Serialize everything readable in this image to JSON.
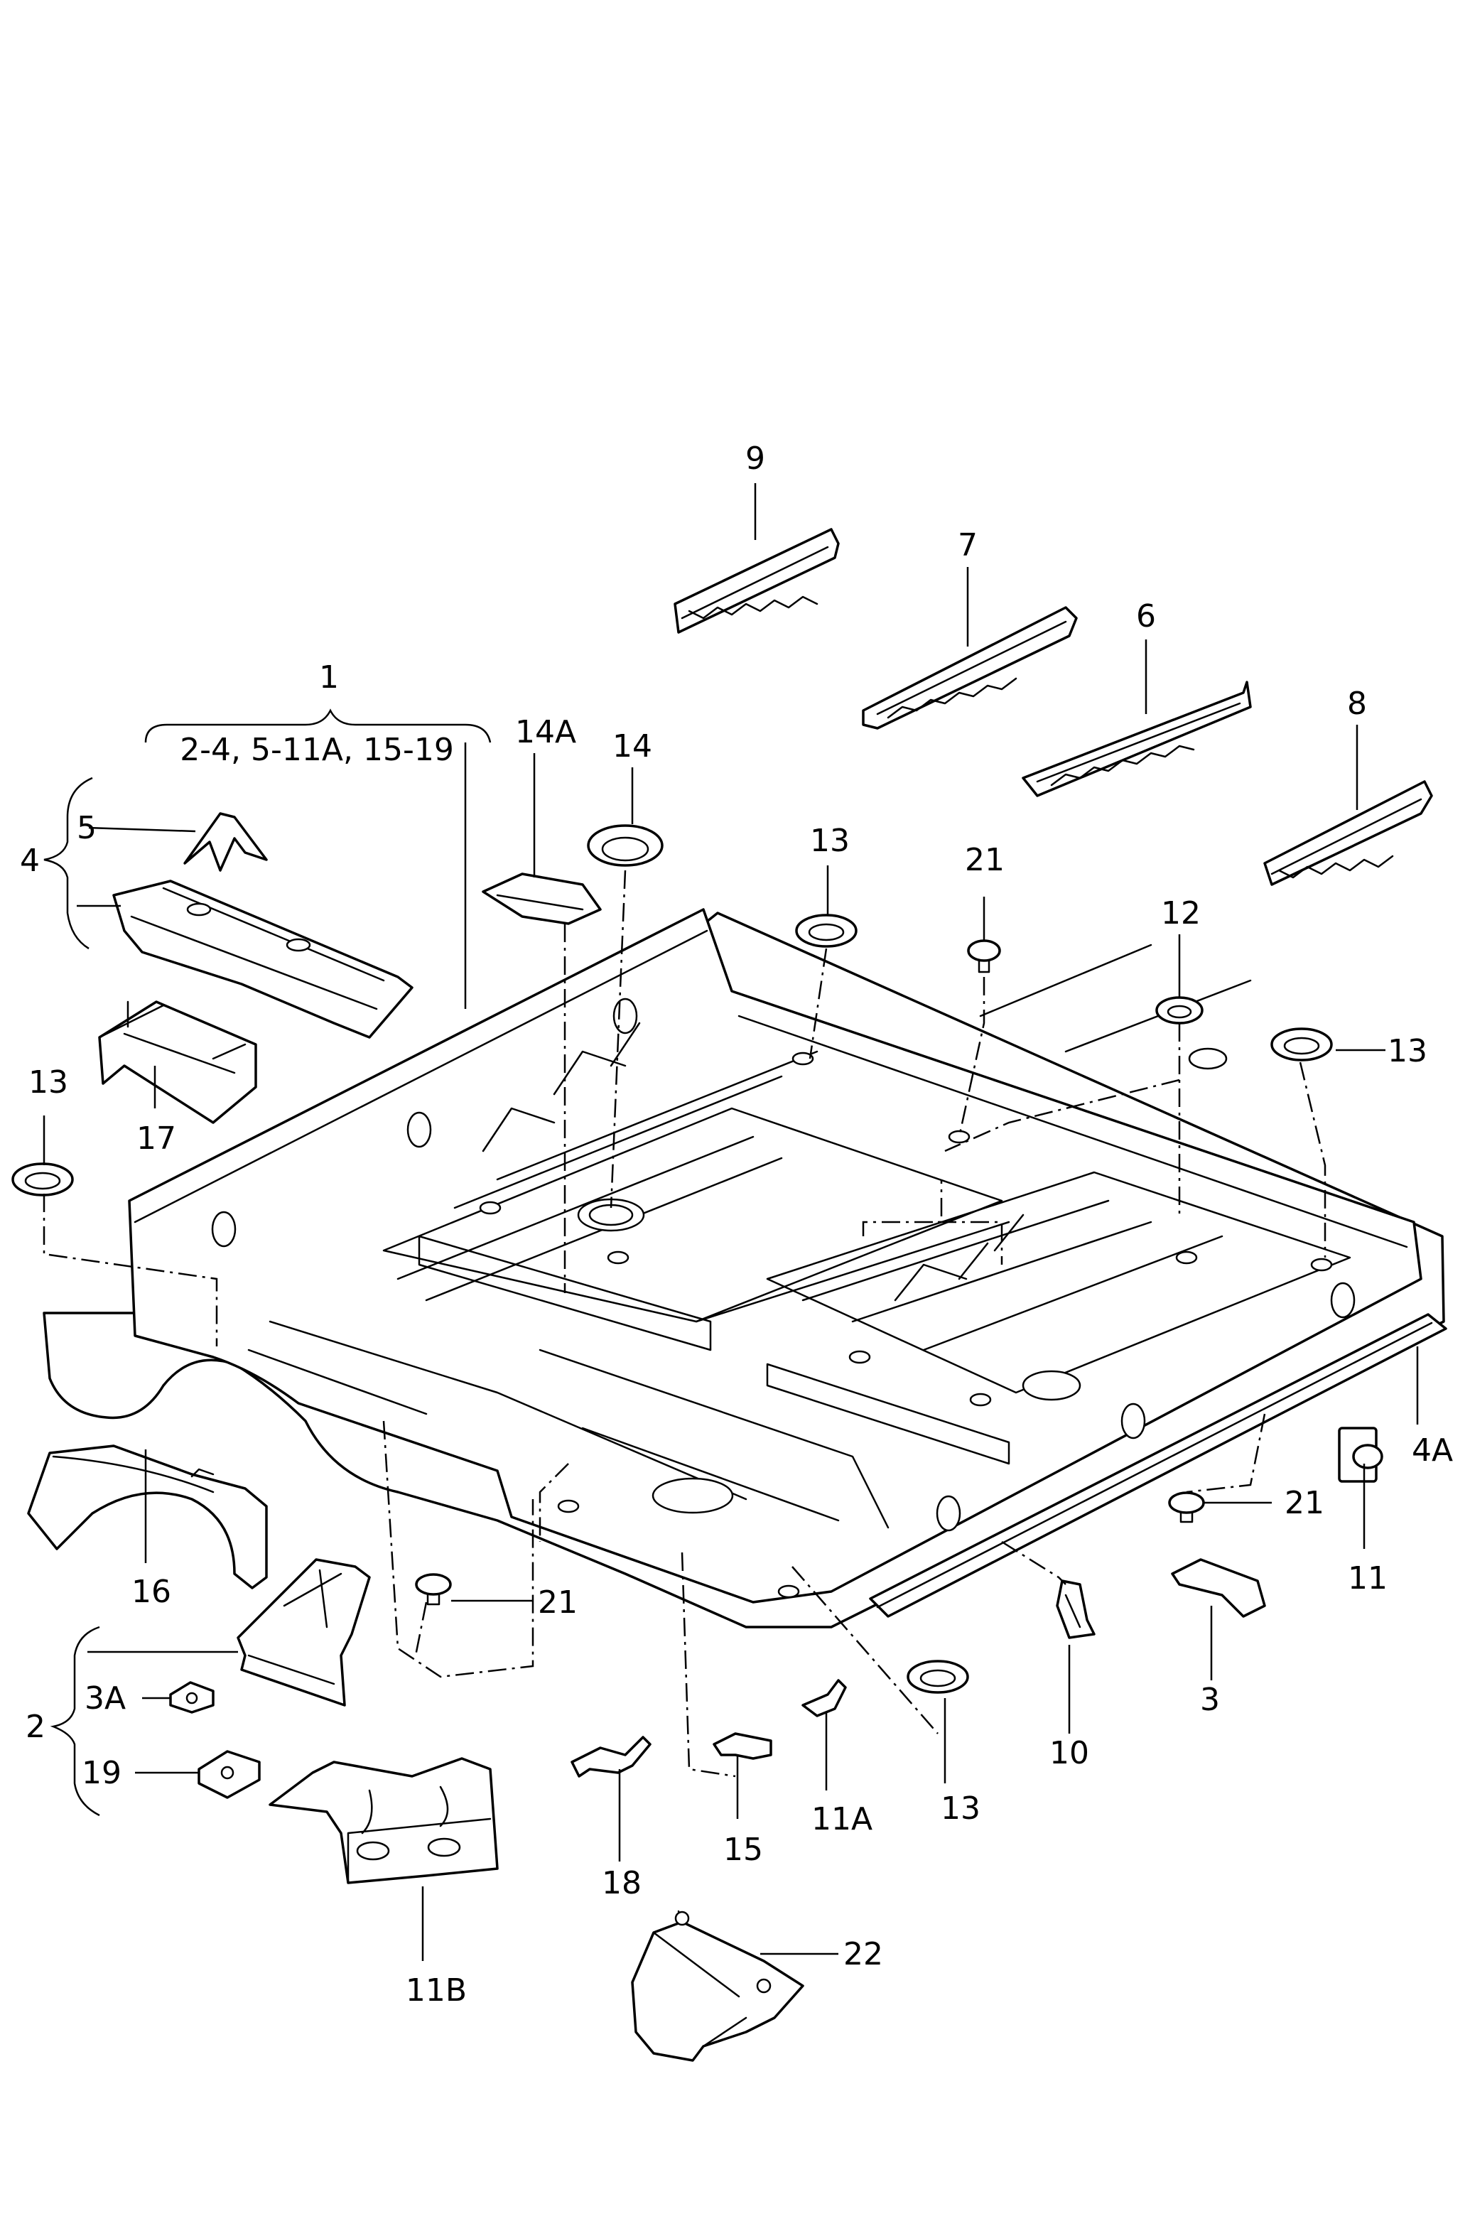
{
  "callouts": {
    "c1": "1",
    "c1_sub": "2-4, 5-11A, 15-19",
    "c2": "2",
    "c3": "3",
    "c3a": "3A",
    "c4": "4",
    "c4a": "4A",
    "c5": "5",
    "c6": "6",
    "c7": "7",
    "c8": "8",
    "c9": "9",
    "c10": "10",
    "c11": "11",
    "c11a": "11A",
    "c11b": "11B",
    "c12": "12",
    "c13_top": "13",
    "c13_right": "13",
    "c13_left": "13",
    "c13_bottom": "13",
    "c14": "14",
    "c14a": "14A",
    "c15": "15",
    "c16": "16",
    "c17": "17",
    "c18": "18",
    "c19": "19",
    "c21_top": "21",
    "c21_right": "21",
    "c21_left": "21",
    "c22": "22"
  },
  "colors": {
    "line": "#000000",
    "background": "#ffffff"
  }
}
